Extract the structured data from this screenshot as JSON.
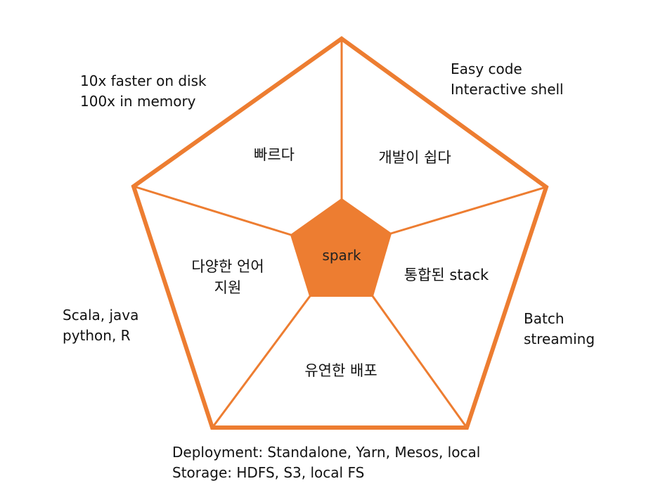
{
  "colors": {
    "accent": "#ED7D31",
    "text": "#111111",
    "background": "#FFFFFF"
  },
  "center": {
    "label": "spark"
  },
  "segments": [
    {
      "id": "fast",
      "lines": [
        "빠르다"
      ]
    },
    {
      "id": "easy",
      "lines": [
        "개발이 쉽다"
      ]
    },
    {
      "id": "unified",
      "lines": [
        "통합된 stack"
      ]
    },
    {
      "id": "deploy",
      "lines": [
        "유연한 배포"
      ]
    },
    {
      "id": "languages",
      "lines": [
        "다양한 언어",
        "지원"
      ]
    }
  ],
  "outer_notes": [
    {
      "id": "fast-note",
      "lines": [
        "10x faster on disk",
        "100x in memory"
      ]
    },
    {
      "id": "easy-note",
      "lines": [
        "Easy code",
        "Interactive shell"
      ]
    },
    {
      "id": "unified-note",
      "lines": [
        "Batch",
        "streaming"
      ]
    },
    {
      "id": "deploy-note",
      "lines": [
        "Deployment: Standalone, Yarn, Mesos, local",
        "Storage: HDFS, S3, local FS"
      ]
    },
    {
      "id": "languages-note",
      "lines": [
        "Scala, java",
        "python, R"
      ]
    }
  ]
}
